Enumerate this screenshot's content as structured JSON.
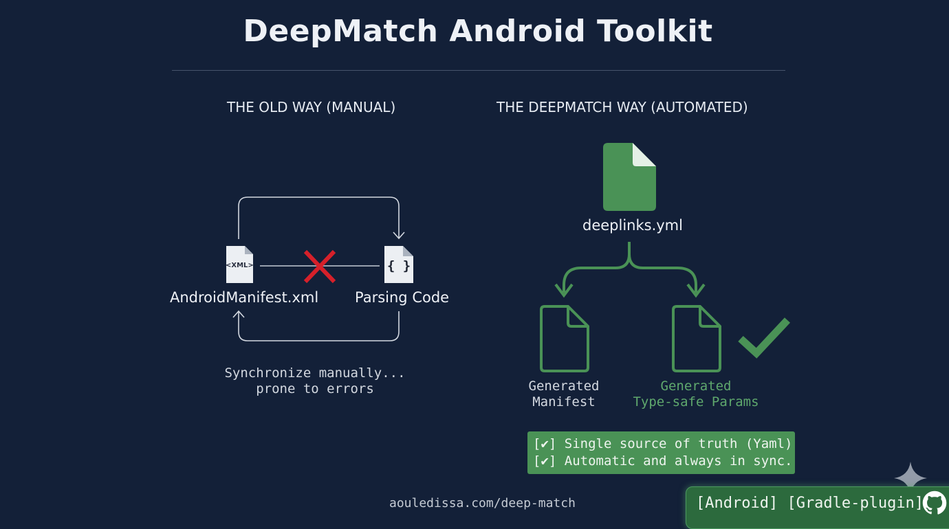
{
  "title": "DeepMatch Android Toolkit",
  "left": {
    "heading": "THE OLD WAY (MANUAL)",
    "file_a": {
      "icon_text": "<XML>",
      "label": "AndroidManifest.xml"
    },
    "file_b": {
      "icon_text": "{ }",
      "label": "Parsing Code"
    },
    "caption_line1": "Synchronize manually...",
    "caption_line2": "prone to errors"
  },
  "right": {
    "heading": "THE DEEPMATCH WAY (AUTOMATED)",
    "source_file": "deeplinks.yml",
    "output_a": {
      "line1": "Generated",
      "line2": "Manifest"
    },
    "output_b": {
      "line1": "Generated",
      "line2": "Type-safe Params"
    },
    "benefits": [
      "[✔] Single source of truth (Yaml)",
      "[✔] Automatic and always in sync."
    ]
  },
  "footer": "aouledissa.com/deep-match",
  "tags": "[Android] [Gradle-plugin]",
  "icons": [
    "document-icon",
    "xml-file-icon",
    "code-file-icon",
    "cross-icon",
    "checkmark-icon",
    "github-icon",
    "sparkle-icon"
  ],
  "colors": {
    "background": "#132038",
    "accent_green": "#4a9256",
    "error_red": "#d6202a"
  }
}
